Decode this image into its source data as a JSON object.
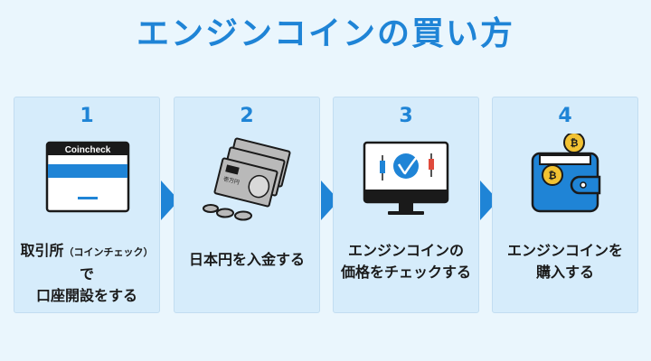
{
  "title": "エンジンコインの買い方",
  "steps": [
    {
      "number": "1",
      "label_main1": "取引所",
      "label_small": "（コインチェック）",
      "label_end1": "で",
      "label_line2": "口座開設をする",
      "card_brand": "Coincheck"
    },
    {
      "number": "2",
      "label_line1": "日本円を入金する",
      "note_text": "壱万円"
    },
    {
      "number": "3",
      "label_line1": "エンジンコインの",
      "label_line2": "価格をチェックする"
    },
    {
      "number": "4",
      "label_line1": "エンジンコインを",
      "label_line2": "購入する"
    }
  ],
  "colors": {
    "accent": "#1f84d6",
    "card_bg": "#d6ecfb",
    "page_bg": "#eaf6fd",
    "text": "#1a1a1a"
  },
  "icons": [
    "credit-card-icon",
    "banknotes-coins-icon",
    "chart-monitor-icon",
    "wallet-coins-icon",
    "arrow-right-icon"
  ]
}
